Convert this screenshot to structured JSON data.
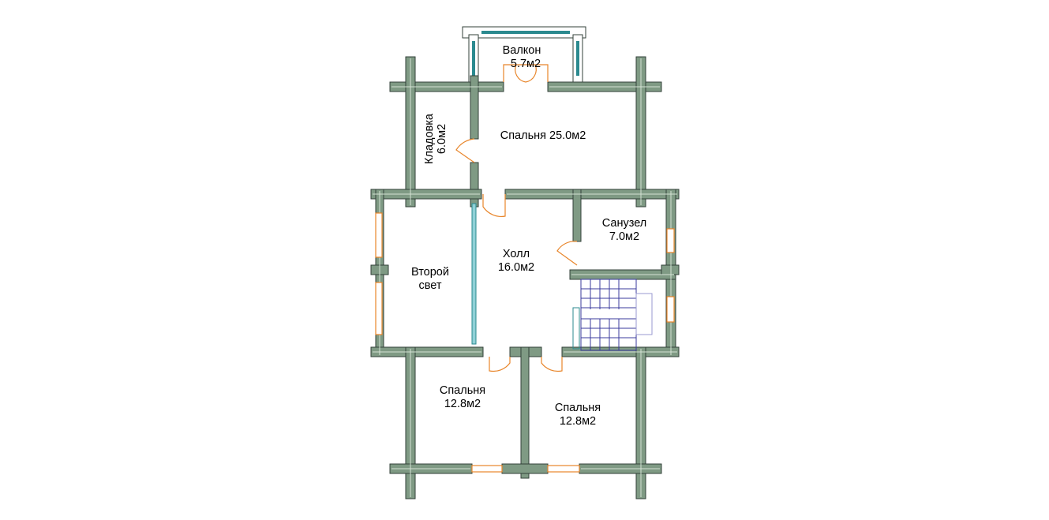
{
  "rooms": {
    "balcony": {
      "name": "Валкон",
      "area": "5.7м2"
    },
    "storage": {
      "name": "Кладовка",
      "area": "6.0м2"
    },
    "master_bedroom": {
      "label": "Спальня 25.0м2"
    },
    "bathroom": {
      "name": "Санузел",
      "area": "7.0м2"
    },
    "hall": {
      "name": "Холл",
      "area": "16.0м2"
    },
    "second_light": {
      "line1": "Второй",
      "line2": "свет"
    },
    "bedroom_left": {
      "name": "Спальня",
      "area": "12.8м2"
    },
    "bedroom_right": {
      "name": "Спальня",
      "area": "12.8м2"
    }
  },
  "colors": {
    "wall": "#7f9a84",
    "wall_outline": "#33413a",
    "door": "#e8852a",
    "glass": "#2b8a8f",
    "stairs": "#3b3b9e"
  }
}
